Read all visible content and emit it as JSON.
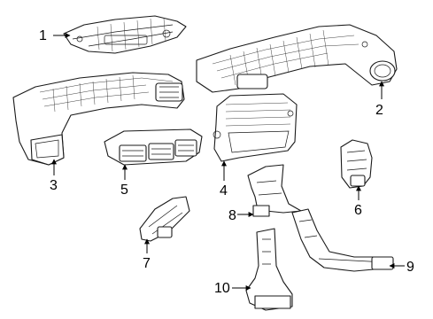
{
  "diagram": {
    "callouts": [
      {
        "number": "1"
      },
      {
        "number": "2"
      },
      {
        "number": "3"
      },
      {
        "number": "4"
      },
      {
        "number": "5"
      },
      {
        "number": "6"
      },
      {
        "number": "7"
      },
      {
        "number": "8"
      },
      {
        "number": "9"
      },
      {
        "number": "10"
      }
    ]
  }
}
